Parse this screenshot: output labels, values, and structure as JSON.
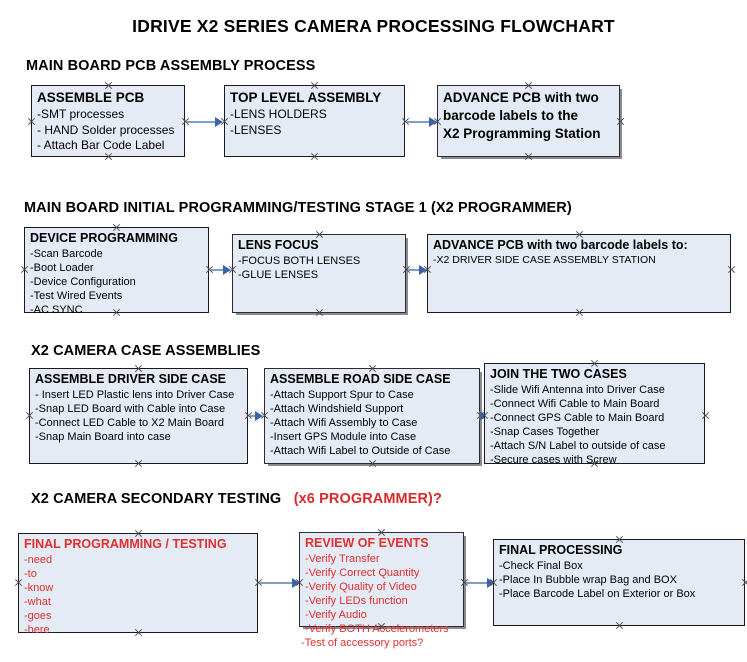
{
  "document": {
    "title": "IDRIVE X2  SERIES CAMERA PROCESSING FLOWCHART"
  },
  "colors": {
    "box_fill": "#e4ebf5",
    "box_border": "#19191f",
    "connector": "#7f9ec4",
    "arrowhead": "#3b63a8",
    "accent_red": "#d92b2b",
    "text": "#000000"
  },
  "sections": [
    {
      "id": "main-board-pcb-assembly",
      "heading": "MAIN BOARD PCB ASSEMBLY PROCESS",
      "heading_accent": "",
      "nodes": [
        {
          "id": "assemble-pcb",
          "title": "ASSEMBLE PCB",
          "lines": [
            "-SMT processes",
            "- HAND Solder processes",
            "- Attach Bar Code Label"
          ]
        },
        {
          "id": "top-level-assembly",
          "title": "TOP LEVEL ASSEMBLY",
          "lines": [
            "-LENS HOLDERS",
            "-LENSES"
          ]
        },
        {
          "id": "advance-pcb-to-x2-programming-station",
          "title": "ADVANCE PCB with two",
          "lines": [
            "barcode labels to the",
            " X2 Programming Station"
          ]
        }
      ]
    },
    {
      "id": "main-board-initial-programming",
      "heading": "MAIN BOARD INITIAL PROGRAMMING/TESTING STAGE 1 (X2 PROGRAMMER)",
      "heading_accent": "",
      "nodes": [
        {
          "id": "device-programming",
          "title": "DEVICE PROGRAMMING",
          "lines": [
            "-Scan Barcode",
            "-Boot Loader",
            "-Device Configuration",
            "-Test Wired Events",
            "-AC SYNC"
          ]
        },
        {
          "id": "lens-focus",
          "title": "LENS FOCUS",
          "lines": [
            "-FOCUS BOTH LENSES",
            "-GLUE LENSES"
          ]
        },
        {
          "id": "advance-pcb-to-driver-side-case-station",
          "title": "ADVANCE PCB with two barcode labels to:",
          "lines": [
            "-X2 DRIVER  SIDE  CASE  ASSEMBLY STATION"
          ]
        }
      ]
    },
    {
      "id": "x2-camera-case-assemblies",
      "heading": "X2 CAMERA CASE ASSEMBLIES",
      "heading_accent": "",
      "nodes": [
        {
          "id": "assemble-driver-side-case",
          "title": "ASSEMBLE DRIVER SIDE CASE",
          "lines": [
            "- Insert LED Plastic lens into Driver Case",
            "-Snap LED Board with Cable into Case",
            "-Connect LED Cable to X2 Main Board",
            "-Snap Main Board into case"
          ]
        },
        {
          "id": "assemble-road-side-case",
          "title": "ASSEMBLE ROAD SIDE CASE",
          "lines": [
            "-Attach Support Spur to Case",
            "-Attach Windshield Support",
            "-Attach Wifi Assembly to Case",
            "-Insert GPS Module into Case",
            "-Attach Wifi Label to Outside of Case"
          ]
        },
        {
          "id": "join-the-two-cases",
          "title": "JOIN THE TWO CASES",
          "lines": [
            "-Slide Wifi Antenna into Driver Case",
            "-Connect Wifi Cable to Main Board",
            "-Connect GPS Cable to Main Board",
            "-Snap Cases Together",
            "-Attach S/N Label to outside of case",
            "-Secure cases with Screw"
          ]
        }
      ]
    },
    {
      "id": "x2-camera-secondary-testing",
      "heading": "X2 CAMERA SECONDARY TESTING",
      "heading_accent": "(x6 PROGRAMMER)?",
      "nodes": [
        {
          "id": "final-programming-testing",
          "title": "FINAL PROGRAMMING / TESTING",
          "lines": [
            "-need",
            "-to",
            "-know",
            "-what",
            "-goes",
            "-here"
          ]
        },
        {
          "id": "review-of-events",
          "title": "REVIEW OF EVENTS",
          "lines": [
            "-Verify Transfer",
            "-Verify Correct Quantity",
            "-Verify Quality of Video",
            "-Verify LEDs function",
            "-Verify Audio",
            "-Verify BOTH Accelerometers",
            "-Test of accessory ports?"
          ]
        },
        {
          "id": "final-processing",
          "title": "FINAL PROCESSING",
          "lines": [
            " -Check Final Box",
            "-Place In Bubble wrap Bag and BOX",
            "-Place Barcode Label on Exterior or Box"
          ]
        }
      ]
    }
  ]
}
